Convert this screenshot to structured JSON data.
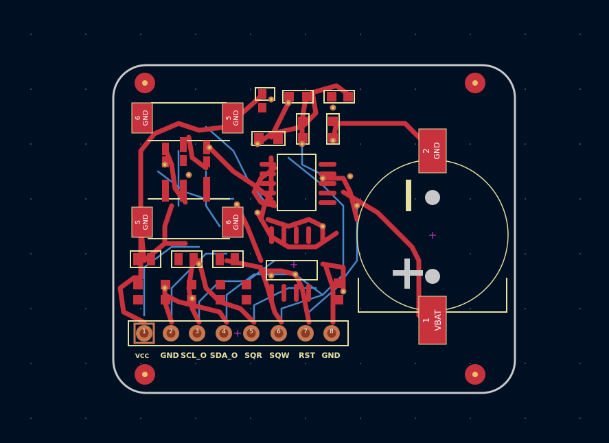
{
  "board": {
    "connector_labels": [
      "VCC",
      "GND",
      "SCL_O",
      "SDA_O",
      "SQR",
      "SQW",
      "RST",
      "GND"
    ],
    "connector_pins": [
      "1",
      "2",
      "3",
      "4",
      "5",
      "6",
      "7",
      "8"
    ],
    "battery_pads": [
      {
        "number": "2",
        "net": "GND"
      },
      {
        "number": "1",
        "net": "VBAT"
      }
    ],
    "ic_pads": [
      {
        "number": "6",
        "net": "GND"
      },
      {
        "number": "5",
        "net": "GND"
      },
      {
        "number": "5",
        "net": "GND"
      },
      {
        "number": "6",
        "net": "GND"
      }
    ]
  },
  "colors": {
    "background": "#001023",
    "copper_front": "#c8323c",
    "copper_back": "#4a86c8",
    "silkscreen": "#e8e0a0",
    "edge_cuts": "#c8c8c8",
    "via_ring": "#c87850",
    "drill": "#e6c36a"
  }
}
